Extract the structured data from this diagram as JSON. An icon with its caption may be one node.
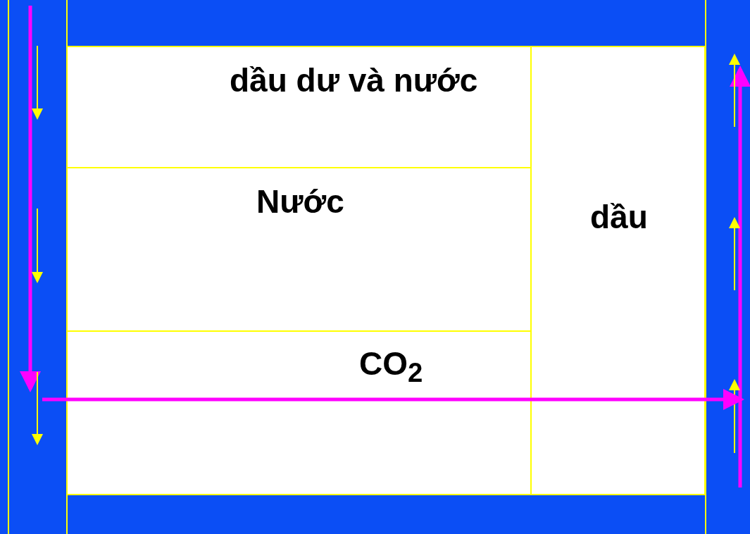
{
  "diagram": {
    "nodes": [
      {
        "text": [
          "dầu dư và nước"
        ]
      },
      {
        "text": [
          "Nước"
        ]
      },
      {
        "text": [
          "CO$_{2}$"
        ]
      },
      {
        "text": [
          "dầu"
        ]
      },
      {
        "text": [],
        "shape": "box"
      },
      {
        "text": [],
        "shape": "box"
      },
      {
        "text": [],
        "shape": "bar"
      },
      {
        "text": [],
        "shape": "bar"
      }
    ],
    "edges": [
      {
        "from": 6,
        "to": 7,
        "arrow": "to"
      }
    ]
  }
}
